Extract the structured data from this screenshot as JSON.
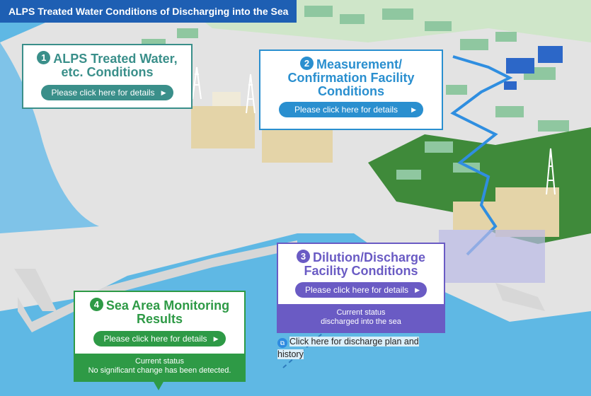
{
  "header": {
    "title": "ALPS Treated Water Conditions of Discharging into the Sea"
  },
  "cards": [
    {
      "number": "1",
      "title_line1": "ALPS Treated Water,",
      "title_line2": "etc. Conditions",
      "button_label": "Please click here for details",
      "accent": "#3a8f8a"
    },
    {
      "number": "2",
      "title_line1": "Measurement/",
      "title_line2": "Confirmation Facility",
      "title_line3": "Conditions",
      "button_label": "Please click here for details",
      "accent": "#2a8fcf"
    },
    {
      "number": "3",
      "title_line1": "Dilution/Discharge",
      "title_line2": "Facility Conditions",
      "button_label": "Please click here for details",
      "status_line1": "Current status",
      "status_line2": "discharged into the sea",
      "accent": "#6a5bc4"
    },
    {
      "number": "4",
      "title_line1": "Sea Area Monitoring",
      "title_line2": "Results",
      "button_label": "Please click here for details",
      "status_line1": "Current status",
      "status_line2": "No significant change has been detected.",
      "accent": "#2e9a46"
    }
  ],
  "discharge_link": {
    "label": "Click here for discharge plan and history",
    "icon": "external-link-icon"
  },
  "colors": {
    "sea": "#5fb8e4",
    "land": "#d8d8d8",
    "greenery": "#3f8a3a",
    "title_bar": "#1e5fb3"
  }
}
